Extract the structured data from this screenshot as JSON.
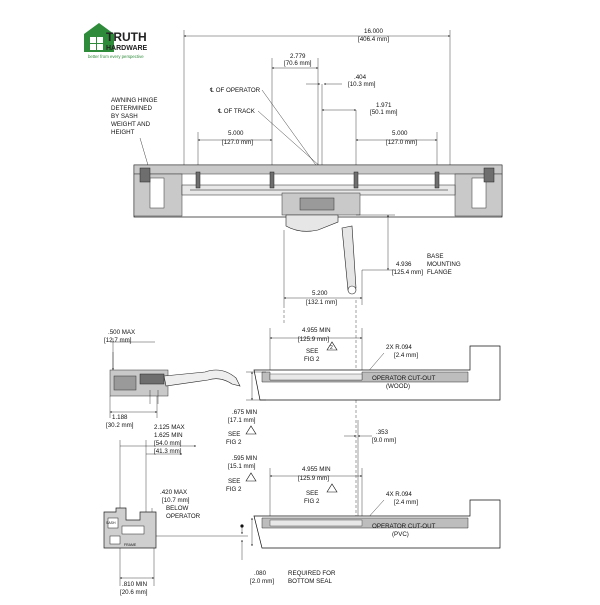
{
  "logo": {
    "brand_line1": "TRUTH",
    "brand_line2": "HARDWARE",
    "tagline": "better from every perspective",
    "color": "#2e8b3a"
  },
  "top_view": {
    "overall_width": [
      "16.000",
      "[406.4 mm]"
    ],
    "operator_offset": [
      "2.779",
      "[70.6 mm]"
    ],
    "track_gap": [
      ".404",
      "[10.3 mm]"
    ],
    "center_right": [
      "1.971",
      "[50.1 mm]"
    ],
    "left_spacing": [
      "5.000",
      "[127.0 mm]"
    ],
    "right_spacing": [
      "5.000",
      "[127.0 mm]"
    ],
    "flange_height": [
      "4.936",
      "[125.4 mm]"
    ],
    "flange_width": [
      "5.200",
      "[132.1 mm]"
    ],
    "cl_operator": "℄ OF OPERATOR",
    "cl_track": "℄ OF TRACK",
    "awning_hinge_note": [
      "AWNING HINGE",
      "DETERMINED",
      "BY SASH",
      "WEIGHT AND",
      "HEIGHT"
    ],
    "base_flange_note": [
      "BASE",
      "MOUNTING",
      "FLANGE"
    ]
  },
  "side_view": {
    "max_height": [
      ".500  MAX",
      "[12.7 mm]"
    ],
    "base_depth": [
      "1.188",
      "[30.2 mm]"
    ]
  },
  "wood_cutout": {
    "width": [
      "4.955  MIN",
      "[125.9 mm]"
    ],
    "see_fig": [
      "SEE",
      "FIG 2"
    ],
    "radius": [
      "2X  R.094",
      "[2.4 mm]"
    ],
    "label": [
      "OPERATOR CUT-OUT",
      "(WOOD)"
    ],
    "depth": [
      ".675  MIN",
      "[17.1 mm]"
    ],
    "see_fig_left": [
      "SEE",
      "FIG 2"
    ],
    "offset": [
      ".353",
      "[9.0 mm]"
    ]
  },
  "pvc_section": {
    "max_min": [
      "2.125   MAX",
      "1.625   MIN"
    ],
    "mm_values": [
      "[54.0 mm]",
      "[41.3 mm]"
    ],
    "below_operator": [
      ".420  MAX",
      "[10.7 mm]",
      "BELOW",
      "OPERATOR"
    ],
    "bottom_min": [
      ".810  MIN",
      "[20.6 mm]"
    ],
    "seal_gap": [
      ".080",
      "[2.0 mm]"
    ],
    "seal_note": [
      "REQUIRED FOR",
      "BOTTOM SEAL"
    ],
    "sash_label": "SASH",
    "frame_label": "FRAME"
  },
  "pvc_cutout": {
    "depth": [
      ".595  MIN",
      "[15.1 mm]"
    ],
    "see_fig_left": [
      "SEE",
      "FIG 2"
    ],
    "width": [
      "4.955  MIN",
      "[125.9 mm]"
    ],
    "see_fig": [
      "SEE",
      "FIG 2"
    ],
    "radius": [
      "4X  R.094",
      "[2.4 mm]"
    ],
    "label": [
      "OPERATOR CUT-OUT",
      "(PVC)"
    ]
  }
}
